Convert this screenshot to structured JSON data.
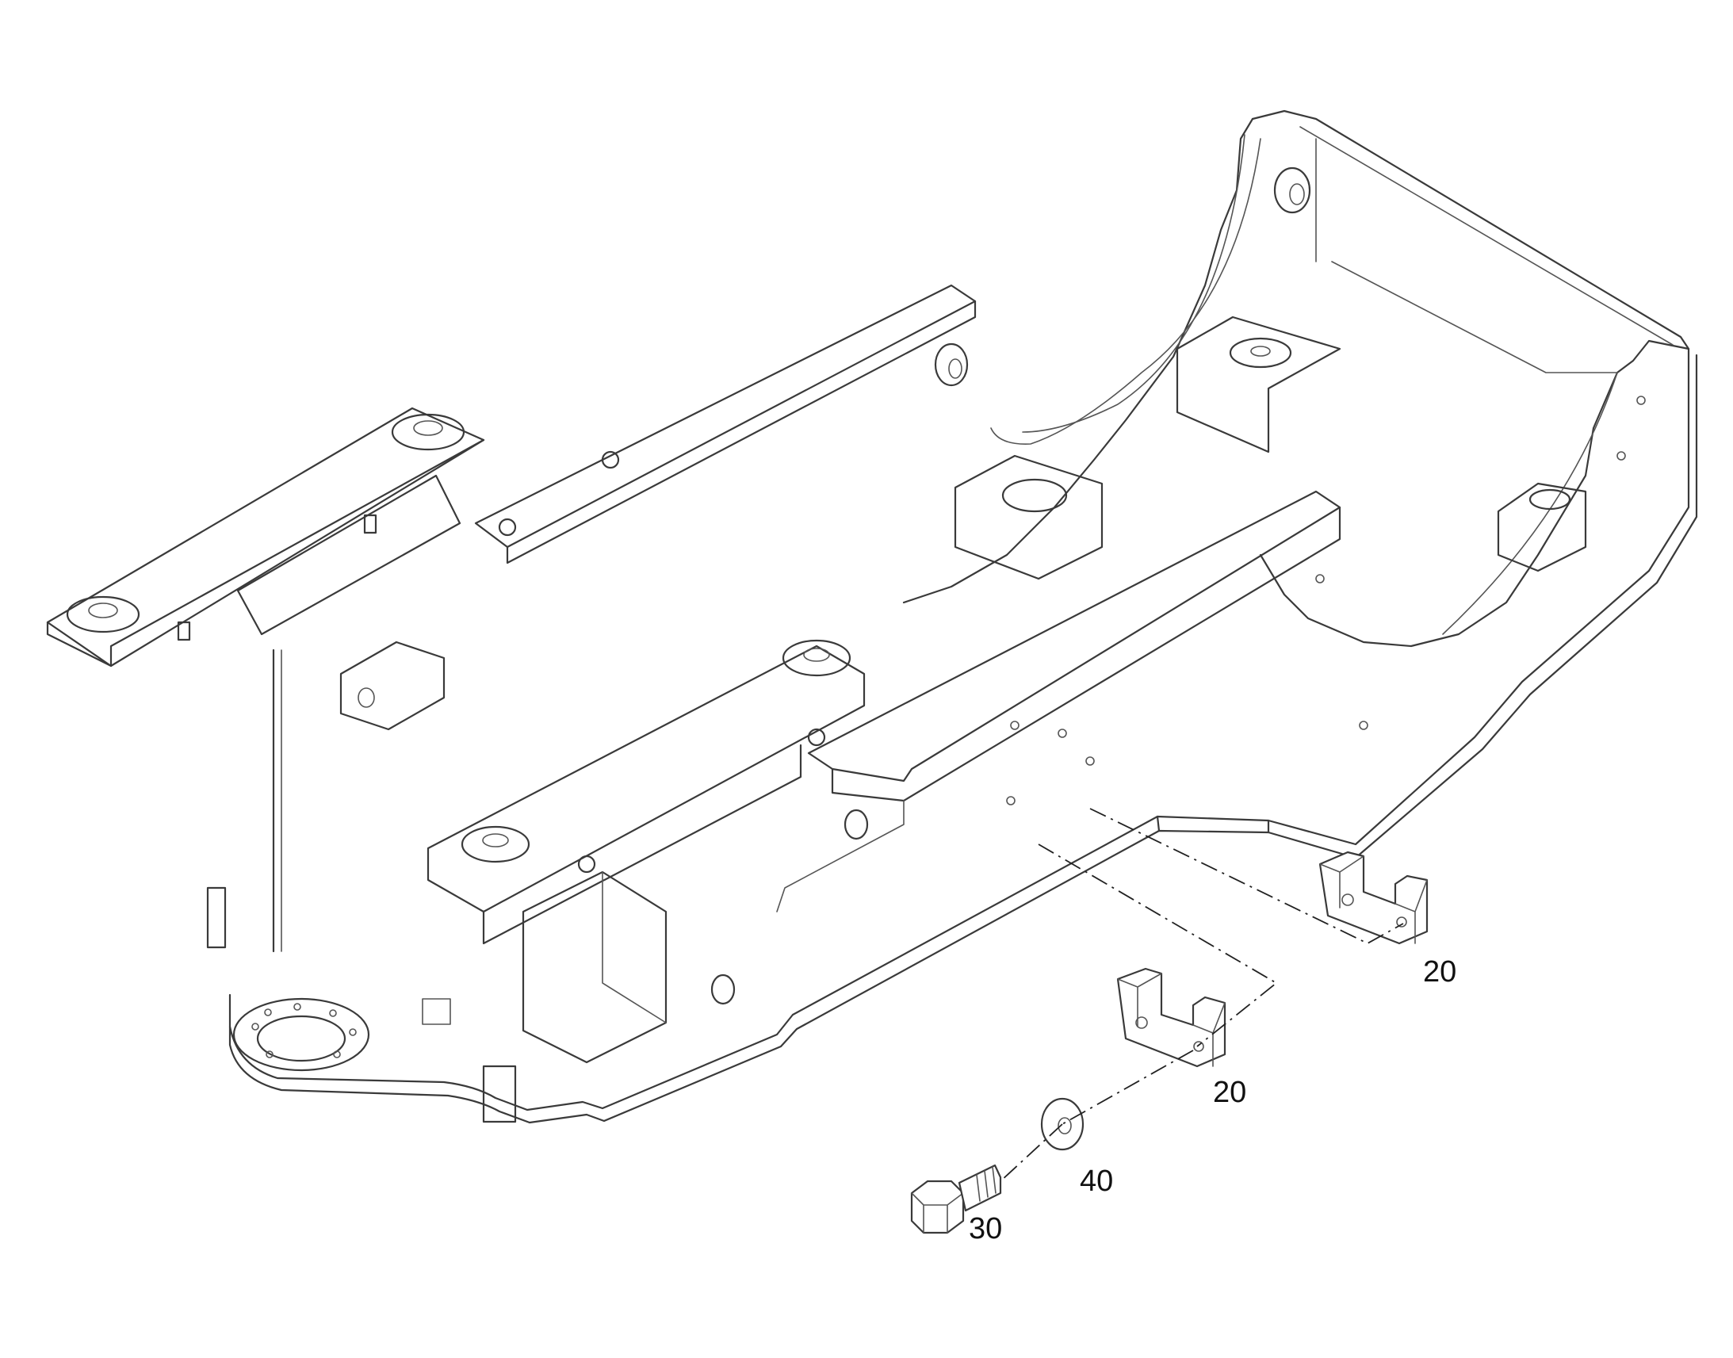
{
  "callouts": [
    {
      "id": "block-upper",
      "label": "20"
    },
    {
      "id": "block-lower",
      "label": "20"
    },
    {
      "id": "bolt",
      "label": "30"
    },
    {
      "id": "washer",
      "label": "40"
    }
  ]
}
